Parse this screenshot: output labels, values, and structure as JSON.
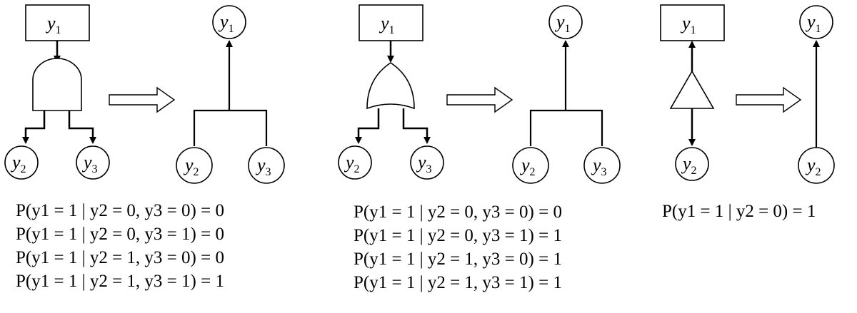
{
  "panels": [
    {
      "id": "and",
      "gate": "and-gate",
      "left_nodes": {
        "top": [
          "y",
          "1"
        ],
        "bottom": [
          [
            "y",
            "2"
          ],
          [
            "y",
            "3"
          ]
        ]
      },
      "right_nodes": {
        "top": [
          "y",
          "1"
        ],
        "bottom": [
          [
            "y",
            "2"
          ],
          [
            "y",
            "3"
          ]
        ]
      },
      "formulas": [
        "P(y1 = 1 | y2 = 0, y3 = 0) = 0",
        "P(y1 = 1 | y2 = 0, y3 = 1) = 0",
        "P(y1 = 1 | y2 = 1, y3 = 0) = 0",
        "P(y1 = 1 | y2 = 1, y3 = 1) = 1"
      ]
    },
    {
      "id": "or",
      "gate": "or-gate",
      "left_nodes": {
        "top": [
          "y",
          "1"
        ],
        "bottom": [
          [
            "y",
            "2"
          ],
          [
            "y",
            "3"
          ]
        ]
      },
      "right_nodes": {
        "top": [
          "y",
          "1"
        ],
        "bottom": [
          [
            "y",
            "2"
          ],
          [
            "y",
            "3"
          ]
        ]
      },
      "formulas": [
        "P(y1 = 1 | y2 = 0, y3 = 0) = 0",
        "P(y1 = 1 | y2 = 0, y3 = 1) = 1",
        "P(y1 = 1 | y2 = 1, y3 = 0) = 1",
        "P(y1 = 1 | y2 = 1, y3 = 1) = 1"
      ]
    },
    {
      "id": "transfer",
      "gate": "transfer-gate",
      "left_nodes": {
        "top": [
          "y",
          "1"
        ],
        "bottom": [
          [
            "y",
            "2"
          ]
        ]
      },
      "right_nodes": {
        "top": [
          "y",
          "1"
        ],
        "bottom": [
          [
            "y",
            "2"
          ]
        ]
      },
      "formulas": [
        "P(y1 = 1 | y2 = 0) = 1"
      ]
    }
  ]
}
